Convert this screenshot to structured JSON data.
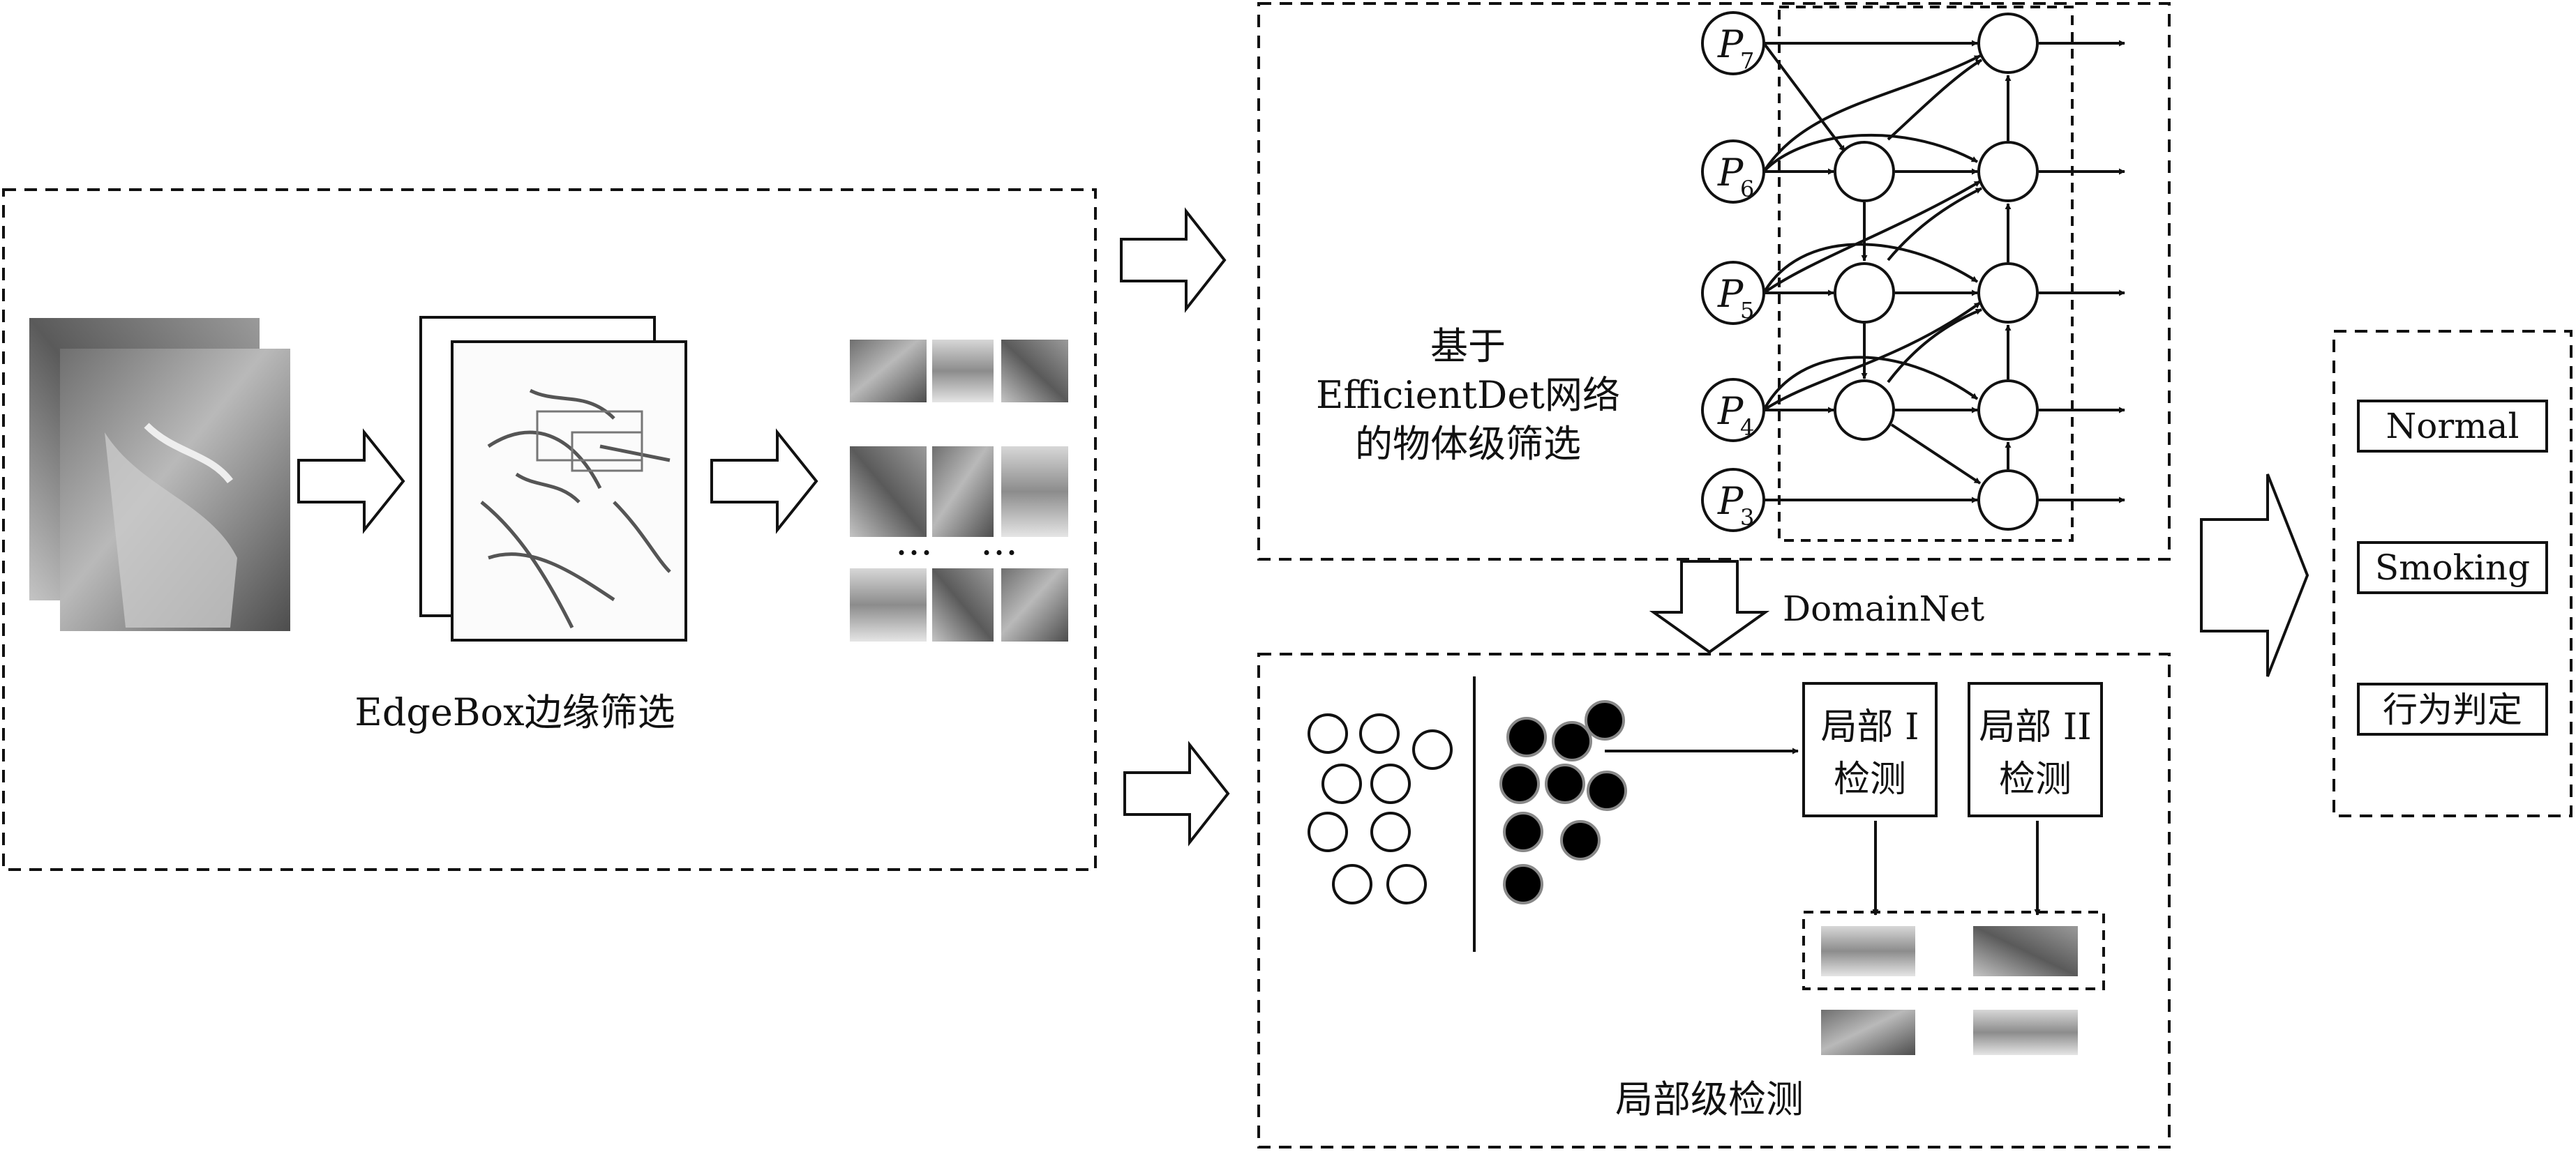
{
  "stages": {
    "edgebox_label": "EdgeBox边缘筛选",
    "efficientdet_label": [
      "基于",
      "EfficientDet网络",
      "的物体级筛选"
    ],
    "domainnet_label": "DomainNet",
    "part_level_label": "局部级检测"
  },
  "bifpn_nodes": [
    {
      "letter": "P",
      "sub": "7"
    },
    {
      "letter": "P",
      "sub": "6"
    },
    {
      "letter": "P",
      "sub": "5"
    },
    {
      "letter": "P",
      "sub": "4"
    },
    {
      "letter": "P",
      "sub": "3"
    }
  ],
  "detectors": {
    "part1": [
      "局部 I",
      "检测"
    ],
    "part2": [
      "局部 II",
      "检测"
    ]
  },
  "outputs": [
    "Normal",
    "Smoking",
    "行为判定"
  ],
  "ellipsis": "…",
  "colors": {
    "line": "#111111",
    "filled_dot": "#000000",
    "photo_gray": "#8a8a8a"
  }
}
